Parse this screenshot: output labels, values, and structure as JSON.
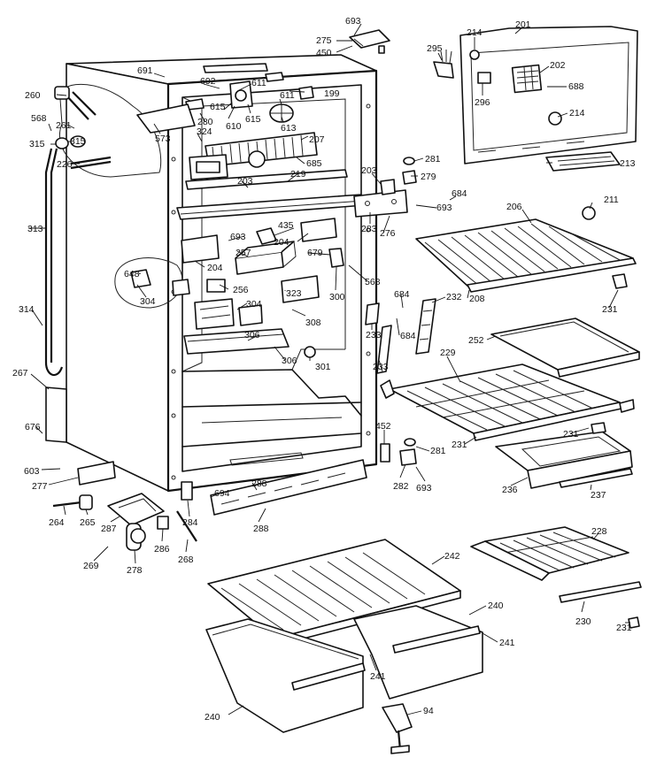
{
  "parts": [
    {
      "id": "p693a",
      "num": "693"
    },
    {
      "id": "p275",
      "num": "275"
    },
    {
      "id": "p450",
      "num": "450"
    },
    {
      "id": "p201",
      "num": "201"
    },
    {
      "id": "p214a",
      "num": "214"
    },
    {
      "id": "p295",
      "num": "295"
    },
    {
      "id": "p202",
      "num": "202"
    },
    {
      "id": "p688",
      "num": "688"
    },
    {
      "id": "p296",
      "num": "296"
    },
    {
      "id": "p214b",
      "num": "214"
    },
    {
      "id": "p691",
      "num": "691"
    },
    {
      "id": "p692",
      "num": "692"
    },
    {
      "id": "p611a",
      "num": "611"
    },
    {
      "id": "p199",
      "num": "199"
    },
    {
      "id": "p260",
      "num": "260"
    },
    {
      "id": "p615a",
      "num": "615"
    },
    {
      "id": "p610",
      "num": "610"
    },
    {
      "id": "p615b",
      "num": "615"
    },
    {
      "id": "p611b",
      "num": "611"
    },
    {
      "id": "p613",
      "num": "613"
    },
    {
      "id": "p280",
      "num": "280"
    },
    {
      "id": "p568a",
      "num": "568"
    },
    {
      "id": "p261",
      "num": "261"
    },
    {
      "id": "p573",
      "num": "573"
    },
    {
      "id": "p324",
      "num": "324"
    },
    {
      "id": "p207",
      "num": "207"
    },
    {
      "id": "p315a",
      "num": "315"
    },
    {
      "id": "p315b",
      "num": "315"
    },
    {
      "id": "p226",
      "num": "226"
    },
    {
      "id": "p685",
      "num": "685"
    },
    {
      "id": "p281a",
      "num": "281"
    },
    {
      "id": "p213",
      "num": "213"
    },
    {
      "id": "p219",
      "num": "219"
    },
    {
      "id": "p203a",
      "num": "203"
    },
    {
      "id": "p279",
      "num": "279"
    },
    {
      "id": "p203b",
      "num": "203"
    },
    {
      "id": "p684a",
      "num": "684"
    },
    {
      "id": "p206",
      "num": "206"
    },
    {
      "id": "p211",
      "num": "211"
    },
    {
      "id": "p693b",
      "num": "693"
    },
    {
      "id": "p313",
      "num": "313"
    },
    {
      "id": "p283",
      "num": "283"
    },
    {
      "id": "p276",
      "num": "276"
    },
    {
      "id": "p435",
      "num": "435"
    },
    {
      "id": "p693c",
      "num": "693"
    },
    {
      "id": "p204a",
      "num": "204"
    },
    {
      "id": "p257",
      "num": "257"
    },
    {
      "id": "p679",
      "num": "679"
    },
    {
      "id": "p648",
      "num": "648"
    },
    {
      "id": "p204b",
      "num": "204"
    },
    {
      "id": "p568b",
      "num": "568"
    },
    {
      "id": "p684b",
      "num": "684"
    },
    {
      "id": "p232",
      "num": "232"
    },
    {
      "id": "p208",
      "num": "208"
    },
    {
      "id": "p231a",
      "num": "231"
    },
    {
      "id": "p256",
      "num": "256"
    },
    {
      "id": "p323",
      "num": "323"
    },
    {
      "id": "p300",
      "num": "300"
    },
    {
      "id": "p304a",
      "num": "304"
    },
    {
      "id": "p304b",
      "num": "304"
    },
    {
      "id": "p314",
      "num": "314"
    },
    {
      "id": "p308",
      "num": "308"
    },
    {
      "id": "p233a",
      "num": "233"
    },
    {
      "id": "p684c",
      "num": "684"
    },
    {
      "id": "p306a",
      "num": "306"
    },
    {
      "id": "p252",
      "num": "252"
    },
    {
      "id": "p306b",
      "num": "306"
    },
    {
      "id": "p301",
      "num": "301"
    },
    {
      "id": "p233b",
      "num": "233"
    },
    {
      "id": "p229",
      "num": "229"
    },
    {
      "id": "p267",
      "num": "267"
    },
    {
      "id": "p676",
      "num": "676"
    },
    {
      "id": "p452",
      "num": "452"
    },
    {
      "id": "p281b",
      "num": "281"
    },
    {
      "id": "p231b",
      "num": "231"
    },
    {
      "id": "p231c",
      "num": "231"
    },
    {
      "id": "p603",
      "num": "603"
    },
    {
      "id": "p277",
      "num": "277"
    },
    {
      "id": "p282",
      "num": "282"
    },
    {
      "id": "p693d",
      "num": "693"
    },
    {
      "id": "p236",
      "num": "236"
    },
    {
      "id": "p237",
      "num": "237"
    },
    {
      "id": "p694",
      "num": "694"
    },
    {
      "id": "p288a",
      "num": "288"
    },
    {
      "id": "p264",
      "num": "264"
    },
    {
      "id": "p265",
      "num": "265"
    },
    {
      "id": "p287",
      "num": "287"
    },
    {
      "id": "p284",
      "num": "284"
    },
    {
      "id": "p288b",
      "num": "288"
    },
    {
      "id": "p286",
      "num": "286"
    },
    {
      "id": "p268",
      "num": "268"
    },
    {
      "id": "p269",
      "num": "269"
    },
    {
      "id": "p278",
      "num": "278"
    },
    {
      "id": "p228",
      "num": "228"
    },
    {
      "id": "p242",
      "num": "242"
    },
    {
      "id": "p240a",
      "num": "240"
    },
    {
      "id": "p230",
      "num": "230"
    },
    {
      "id": "p231d",
      "num": "231"
    },
    {
      "id": "p241a",
      "num": "241"
    },
    {
      "id": "p241b",
      "num": "241"
    },
    {
      "id": "p240b",
      "num": "240"
    },
    {
      "id": "p94",
      "num": "94"
    }
  ]
}
